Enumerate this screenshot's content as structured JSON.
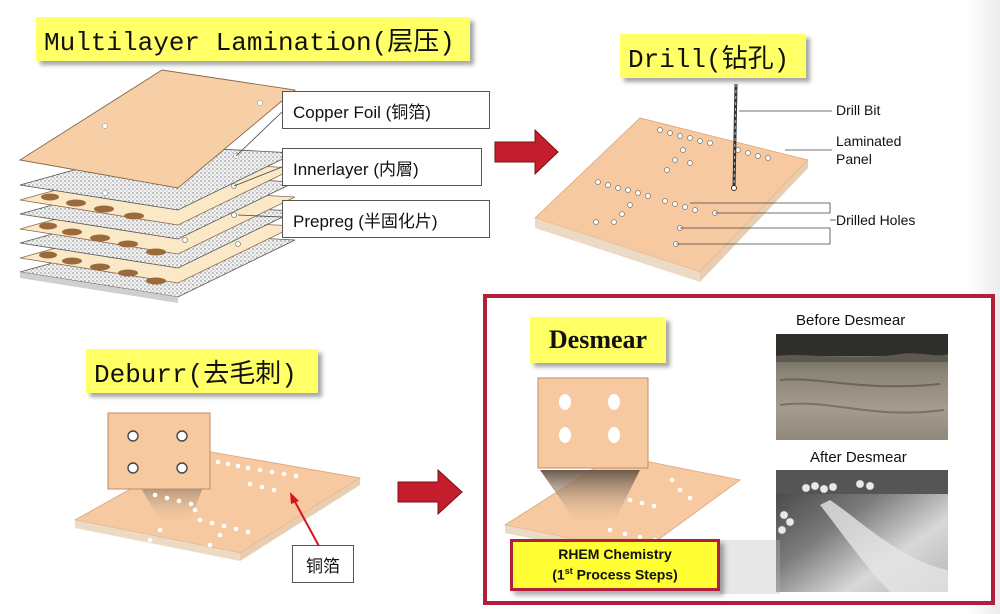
{
  "lamination": {
    "title": "Multilayer Lamination(层压)",
    "copper_foil": "Copper Foil (铜箔)",
    "innerlayer": "Innerlayer (内層)",
    "prepreg": "Prepreg (半固化片)"
  },
  "drill": {
    "title": "Drill(钻孔)",
    "drill_bit": "Drill Bit",
    "laminated_panel_line1": "Laminated",
    "laminated_panel_line2": "Panel",
    "drilled_holes": "Drilled Holes"
  },
  "deburr": {
    "title": "Deburr(去毛刺)",
    "copper_label": "铜箔"
  },
  "desmear": {
    "title": "Desmear",
    "before": "Before Desmear",
    "after": "After Desmear",
    "rhem_line1": "RHEM Chemistry",
    "rhem_line2_pre": "(1",
    "rhem_line2_sup": "st",
    "rhem_line2_post": " Process Steps)"
  },
  "colors": {
    "panel": "#f6c9a0",
    "panel_edge": "#e0ab7e",
    "label_bg": "#ffff66",
    "frame_red": "#b0203a",
    "arrow_red": "#c41e2e",
    "rhem_bg": "#ffff33"
  }
}
